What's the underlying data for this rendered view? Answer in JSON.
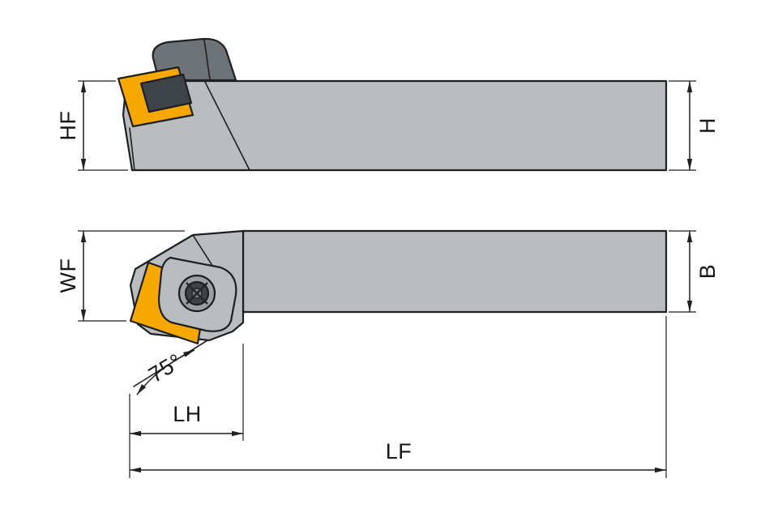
{
  "diagram": {
    "labels": {
      "hf": "HF",
      "h": "H",
      "wf": "WF",
      "b": "B",
      "lh": "LH",
      "lf": "LF",
      "angle": "75°"
    },
    "colors": {
      "background": "#ffffff",
      "body": "#b9bdc0",
      "outline": "#1d1f20",
      "insert": "#f6a800",
      "insert_top": "#3f4449",
      "clamp": "#6d7377",
      "screw_outer": "#9aa0a3",
      "screw_ring": "#3e4346",
      "screw_center": "#7a8084"
    }
  }
}
